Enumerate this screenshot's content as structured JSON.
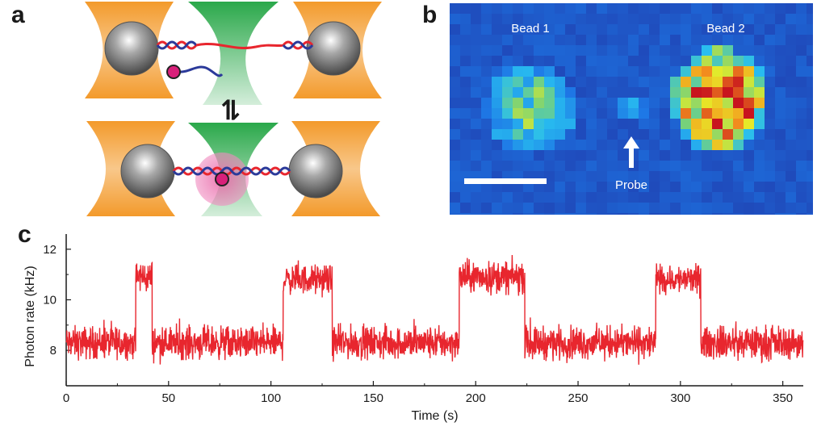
{
  "figure": {
    "panel_labels": {
      "a": "a",
      "b": "b",
      "c": "c"
    }
  },
  "panel_a": {
    "equilibrium_symbol": "⇌",
    "colors": {
      "trap_orange": "#f39a2b",
      "trap_green": "#2aa84a",
      "dna_red": "#e8262e",
      "dna_blue": "#2b3a9a",
      "probe_magenta": "#d8207a",
      "bead_gray": "#7a7a7a"
    }
  },
  "panel_b": {
    "bead1_label": "Bead 1",
    "bead2_label": "Bead 2",
    "probe_label": "Probe",
    "colors": {
      "background": "#1f3fb0",
      "scale_bar": "#ffffff"
    }
  },
  "chart_data": {
    "type": "line",
    "xlabel": "Time (s)",
    "ylabel": "Photon rate (kHz)",
    "xlim": [
      0,
      360
    ],
    "ylim": [
      6.6,
      12.6
    ],
    "x_ticks": [
      0,
      50,
      100,
      150,
      200,
      250,
      300,
      350
    ],
    "y_ticks": [
      8,
      10,
      12
    ],
    "series": [
      {
        "color": "#e8262e",
        "segments": [
          {
            "start": 0,
            "end": 34,
            "level": 8.3,
            "noise": 0.45
          },
          {
            "start": 34,
            "end": 42,
            "level": 10.9,
            "noise": 0.45
          },
          {
            "start": 42,
            "end": 106,
            "level": 8.3,
            "noise": 0.45
          },
          {
            "start": 106,
            "end": 130,
            "level": 10.8,
            "noise": 0.4
          },
          {
            "start": 130,
            "end": 192,
            "level": 8.3,
            "noise": 0.45
          },
          {
            "start": 192,
            "end": 224,
            "level": 10.9,
            "noise": 0.45
          },
          {
            "start": 224,
            "end": 288,
            "level": 8.3,
            "noise": 0.45
          },
          {
            "start": 288,
            "end": 310,
            "level": 10.8,
            "noise": 0.4
          },
          {
            "start": 310,
            "end": 360,
            "level": 8.3,
            "noise": 0.45
          }
        ]
      }
    ],
    "grid": false
  }
}
